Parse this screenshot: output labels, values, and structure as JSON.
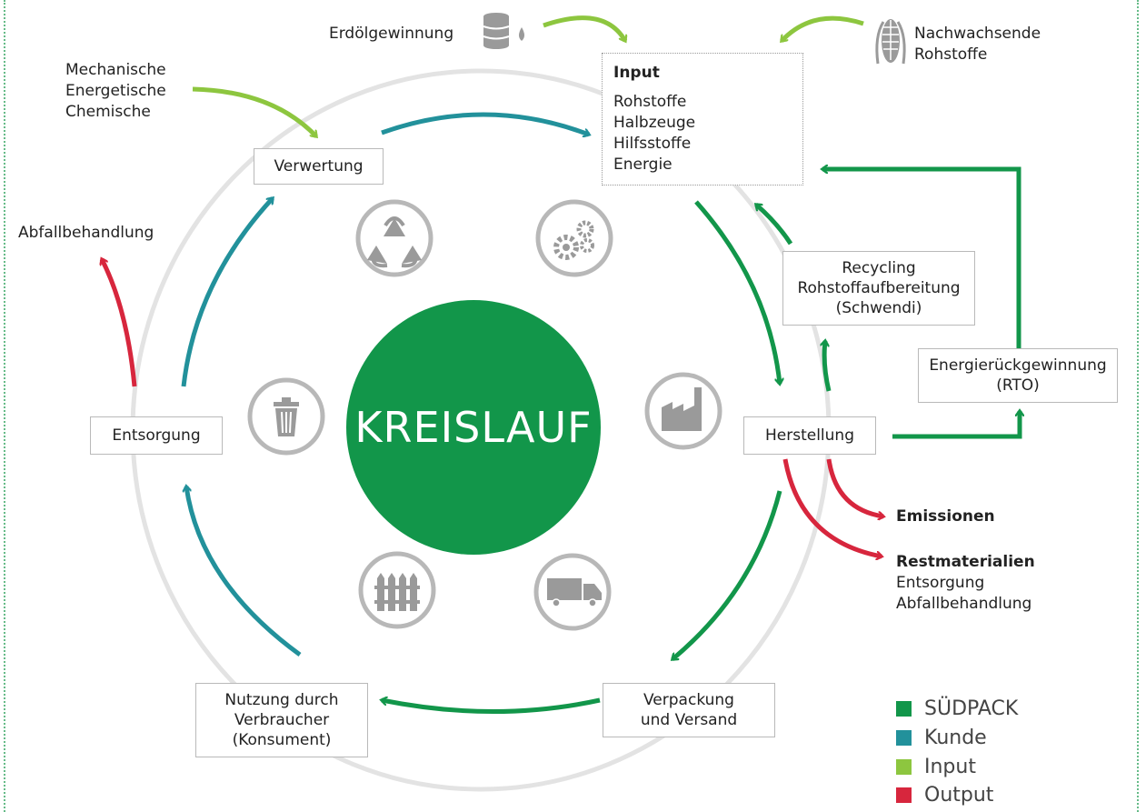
{
  "center": {
    "title": "KREISLAUF"
  },
  "input_box": {
    "title": "Input",
    "items": [
      "Rohstoffe",
      "Halbzeuge",
      "Hilfsstoffe",
      "Energie"
    ]
  },
  "sources": {
    "oil": "Erdölgewinnung",
    "renewable_line1": "Nachwachsende",
    "renewable_line2": "Rohstoffe",
    "recovery_types": [
      "Mechanische",
      "Energetische",
      "Chemische"
    ]
  },
  "stations": {
    "verwertung": "Verwertung",
    "recycling": [
      "Recycling",
      "Rohstoffaufbereitung",
      "(Schwendi)"
    ],
    "energy_recovery": [
      "Energierückgewinnung",
      "(RTO)"
    ],
    "herstellung": "Herstellung",
    "verpackung": [
      "Verpackung",
      "und Versand"
    ],
    "nutzung": [
      "Nutzung durch",
      "Verbraucher",
      "(Konsument)"
    ],
    "entsorgung": "Entsorgung"
  },
  "outputs": {
    "abfallbehandlung": "Abfallbehandlung",
    "emissionen": "Emissionen",
    "restmaterialien_title": "Restmaterialien",
    "restmaterialien_items": [
      "Entsorgung",
      "Abfallbehandlung"
    ]
  },
  "icons": [
    "recycle-icon",
    "gears-icon",
    "factory-icon",
    "truck-icon",
    "fence-icon",
    "trash-can-icon",
    "oil-barrel-icon",
    "oil-drop-icon",
    "corn-icon"
  ],
  "legend": [
    {
      "label": "SÜDPACK",
      "color": "#12964a"
    },
    {
      "label": "Kunde",
      "color": "#22919b"
    },
    {
      "label": "Input",
      "color": "#8dc63f"
    },
    {
      "label": "Output",
      "color": "#d7263d"
    }
  ],
  "colors": {
    "sudpack": "#12964a",
    "kunde": "#22919b",
    "input": "#8dc63f",
    "output": "#d7263d",
    "ring": "#e3e3e3",
    "icon_gray": "#9a9a9a"
  }
}
